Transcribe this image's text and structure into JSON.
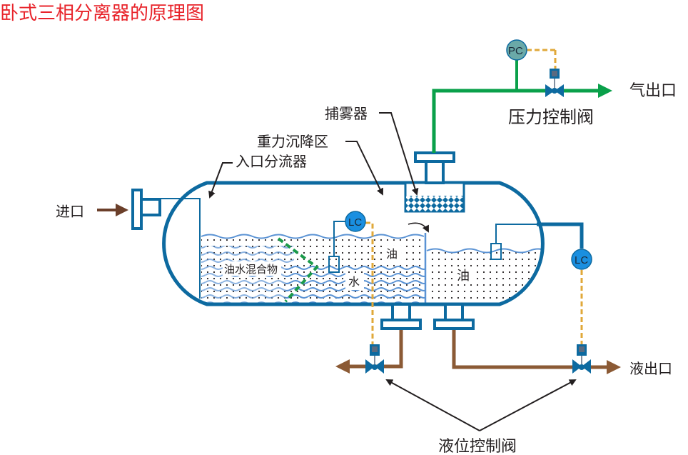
{
  "title": "卧式三相分离器的原理图",
  "labels": {
    "inlet": "进口",
    "gas_outlet": "气出口",
    "liquid_outlet": "液出口",
    "pressure_control_valve": "压力控制阀",
    "level_control_valve": "液位控制阀",
    "mist_extractor": "捕雾器",
    "gravity_settling_zone": "重力沉降区",
    "inlet_diverter": "入口分流器",
    "oil_water_mixture": "油水混合物",
    "oil_upper": "油",
    "water": "水",
    "oil_chamber": "油"
  },
  "instruments": {
    "pc": "PC",
    "lc_water": "LC",
    "lc_oil": "LC"
  },
  "colors": {
    "title": "#e8242b",
    "vessel": "#0d6aa0",
    "gas_line": "#0aa04a",
    "liquid_line": "#8b5a35",
    "inlet_arrow": "#6b3f2a",
    "signal_line": "#e0a83a",
    "pc_circle": "#6aa9a8",
    "lc_circle": "#1a8fe0",
    "water_wave": "#5b93d4",
    "diverter": "#1a9a4a",
    "text": "#231f20"
  }
}
